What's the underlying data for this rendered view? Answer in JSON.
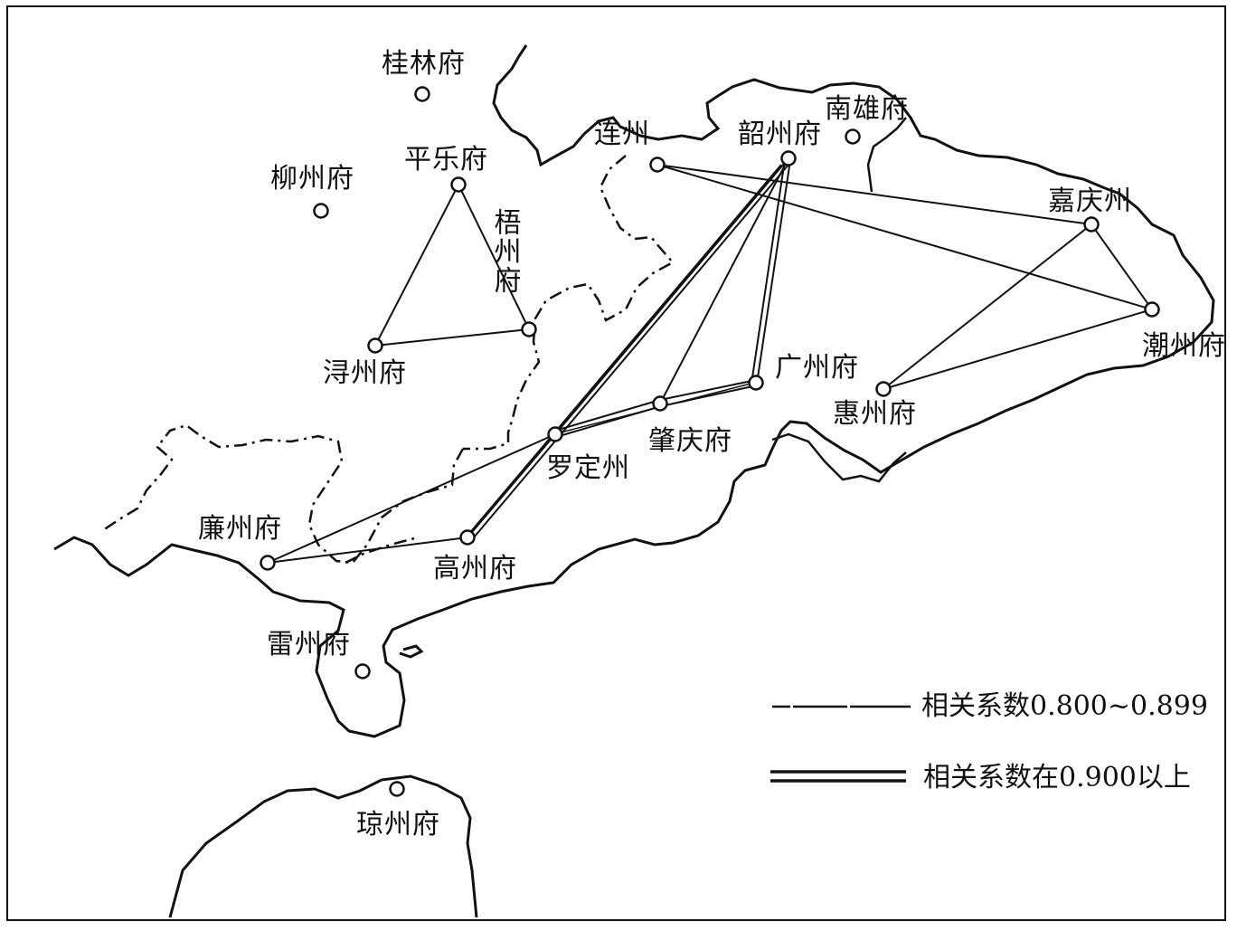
{
  "places": [
    {
      "id": "guilin",
      "name": "桂林府"
    },
    {
      "id": "liuzhou",
      "name": "柳州府"
    },
    {
      "id": "pingle",
      "name": "平乐府"
    },
    {
      "id": "wuzhou",
      "name": "梧州府"
    },
    {
      "id": "xunzhou",
      "name": "浔州府"
    },
    {
      "id": "lianzhou",
      "name": "连州"
    },
    {
      "id": "shaozhou",
      "name": "韶州府"
    },
    {
      "id": "nanxiong",
      "name": "南雄府"
    },
    {
      "id": "jiaying",
      "name": "嘉庆州"
    },
    {
      "id": "chaozhou",
      "name": "潮州府"
    },
    {
      "id": "huizhou",
      "name": "惠州府"
    },
    {
      "id": "guangzhou",
      "name": "广州府"
    },
    {
      "id": "zhaoqing",
      "name": "肇庆府"
    },
    {
      "id": "luoding",
      "name": "罗定州"
    },
    {
      "id": "lianzhoufu",
      "name": "廉州府"
    },
    {
      "id": "gaozhou",
      "name": "高州府"
    },
    {
      "id": "leizhou",
      "name": "雷州府"
    },
    {
      "id": "qiongzhou",
      "name": "琼州府"
    }
  ],
  "legend": {
    "single": "相关系数0.800~0.899",
    "double": "相关系数在0.900以上"
  },
  "colors": {
    "ink": "#111111",
    "paper": "#ffffff"
  }
}
